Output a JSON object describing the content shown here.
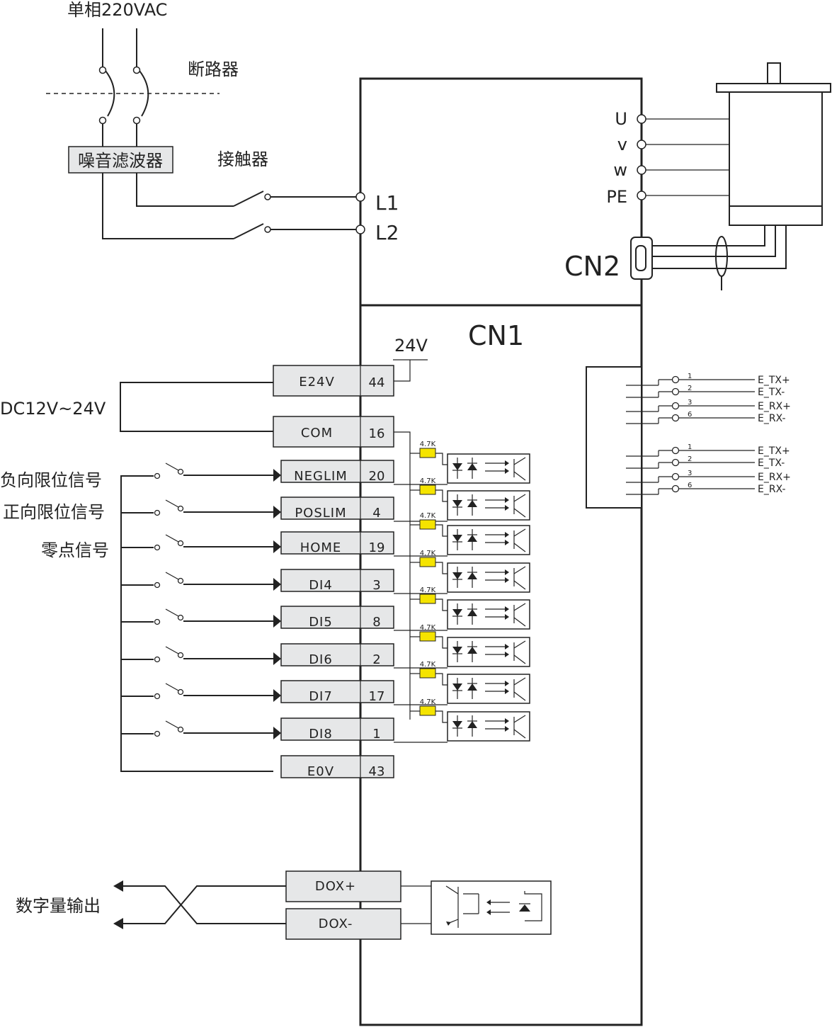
{
  "power": {
    "supply_label": "单相220VAC",
    "breaker_label": "断路器",
    "filter_label": "噪音滤波器",
    "contactor_label": "接触器"
  },
  "drive": {
    "main_terminals": [
      "L1",
      "L2"
    ],
    "motor_terminals": [
      "U",
      "v",
      "w",
      "PE"
    ],
    "encoder_port": "CN2",
    "io_port": "CN1",
    "supply_24v": "24V"
  },
  "external": {
    "dc_label": "DC12V~24V",
    "digital_output_label": "数字量输出"
  },
  "cn1_pins": [
    {
      "name": "E24V",
      "pin": "44"
    },
    {
      "name": "COM",
      "pin": "16"
    },
    {
      "name": "NEGLIM",
      "pin": "20",
      "label": "负向限位信号"
    },
    {
      "name": "POSLIM",
      "pin": "4",
      "label": "正向限位信号"
    },
    {
      "name": "HOME",
      "pin": "19",
      "label": "零点信号"
    },
    {
      "name": "DI4",
      "pin": "3"
    },
    {
      "name": "DI5",
      "pin": "8"
    },
    {
      "name": "DI6",
      "pin": "2"
    },
    {
      "name": "DI7",
      "pin": "17"
    },
    {
      "name": "DI8",
      "pin": "1"
    },
    {
      "name": "E0V",
      "pin": "43"
    }
  ],
  "resistor_label": "4.7K",
  "outputs": [
    "DOX+",
    "DOX-"
  ],
  "ethercat_ports": [
    [
      {
        "pin": "1",
        "signal": "E_TX+"
      },
      {
        "pin": "2",
        "signal": "E_TX-"
      },
      {
        "pin": "3",
        "signal": "E_RX+"
      },
      {
        "pin": "6",
        "signal": "E_RX-"
      }
    ],
    [
      {
        "pin": "1",
        "signal": "E_TX+"
      },
      {
        "pin": "2",
        "signal": "E_TX-"
      },
      {
        "pin": "3",
        "signal": "E_RX+"
      },
      {
        "pin": "6",
        "signal": "E_RX-"
      }
    ]
  ]
}
